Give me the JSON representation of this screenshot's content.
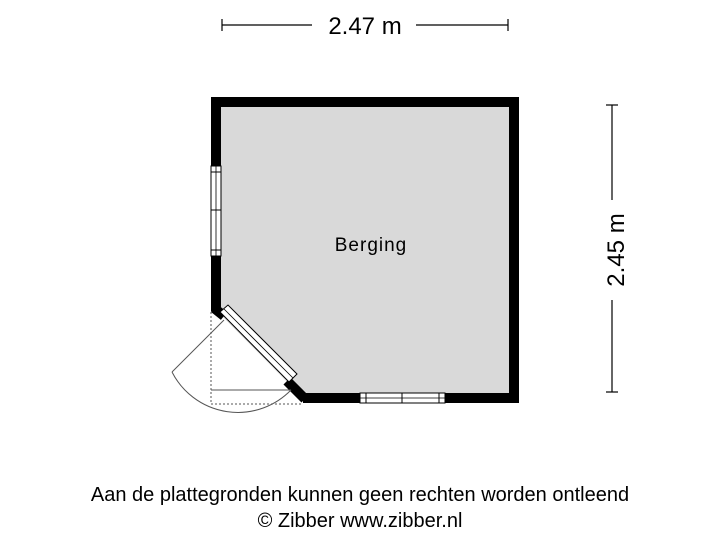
{
  "dimensions": {
    "width_label": "2.47 m",
    "height_label": "2.45 m"
  },
  "rooms": [
    {
      "name": "Berging"
    }
  ],
  "footer": {
    "disclaimer": "Aan de plattegronden kunnen geen rechten worden ontleend",
    "credit": "© Zibber www.zibber.nl"
  },
  "colors": {
    "wall": "#000000",
    "floor": "#d9d9d9",
    "background": "#ffffff",
    "lines": "#555555"
  }
}
